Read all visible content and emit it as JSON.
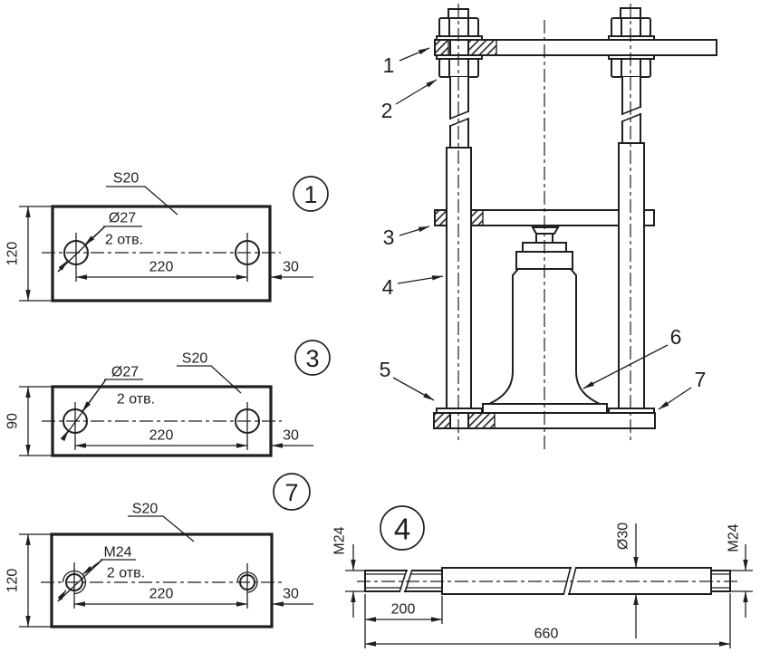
{
  "colors": {
    "ink": "#1f1f1f",
    "background": "#ffffff"
  },
  "assembly": {
    "callouts": {
      "c1": "1",
      "c2": "2",
      "c3": "3",
      "c4": "4",
      "c5": "5",
      "c6": "6",
      "c7": "7"
    }
  },
  "plate1": {
    "balloon": "1",
    "surface": "S20",
    "height": "120",
    "hole": "Ø27",
    "holes": "2 отв.",
    "spacing": "220",
    "edge": "30"
  },
  "plate3": {
    "balloon": "3",
    "surface": "S20",
    "height": "90",
    "hole": "Ø27",
    "holes": "2 отв.",
    "spacing": "220",
    "edge": "30"
  },
  "plate7": {
    "balloon": "7",
    "surface": "S20",
    "height": "120",
    "hole": "M24",
    "holes": "2 отв.",
    "spacing": "220",
    "edge": "30"
  },
  "rod4": {
    "balloon": "4",
    "thread_left": "M24",
    "thread_right": "M24",
    "diameter": "Ø30",
    "thread_length": "200",
    "total_length": "660"
  }
}
